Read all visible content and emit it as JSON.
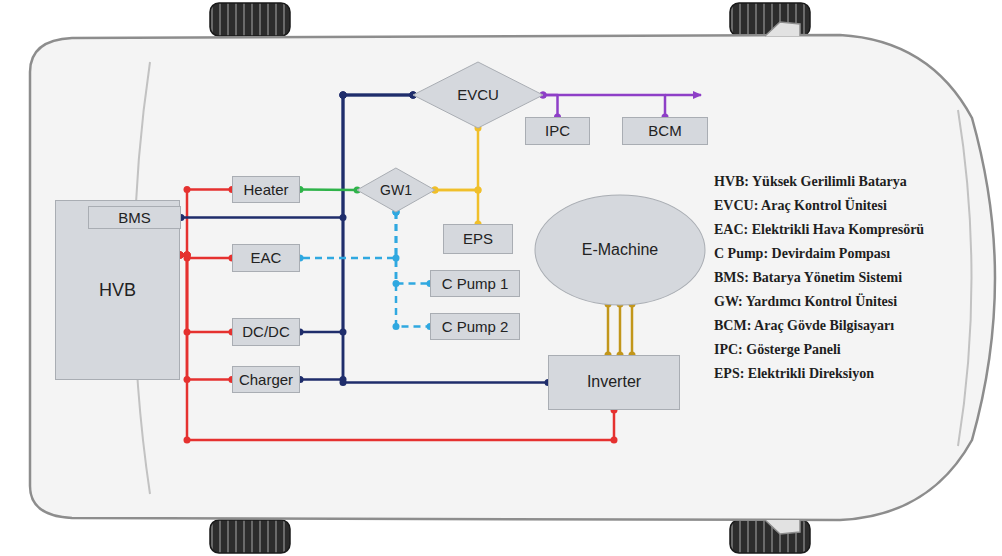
{
  "diagram": {
    "nodes": [
      {
        "text": [
          "EVCU"
        ]
      },
      {
        "text": [
          "IPC"
        ]
      },
      {
        "text": [
          "BCM"
        ]
      },
      {
        "text": [
          "HVB"
        ]
      },
      {
        "text": [
          "BMS"
        ],
        "in": 3
      },
      {
        "text": [
          "Heater"
        ]
      },
      {
        "text": [
          "GW1"
        ]
      },
      {
        "text": [
          "EPS"
        ]
      },
      {
        "text": [
          "EAC"
        ]
      },
      {
        "text": [
          "C Pump 1"
        ]
      },
      {
        "text": [
          "C Pump 2"
        ]
      },
      {
        "text": [
          "E-Machine"
        ]
      },
      {
        "text": [
          "DC/DC"
        ]
      },
      {
        "text": [
          "Charger"
        ]
      },
      {
        "text": [
          "Inverter"
        ]
      }
    ],
    "edges": [
      {
        "from": 3,
        "to": 5,
        "arrow": "none"
      },
      {
        "from": 3,
        "to": 8,
        "arrow": "none"
      },
      {
        "from": 3,
        "to": 12,
        "arrow": "none"
      },
      {
        "from": 3,
        "to": 13,
        "arrow": "none"
      },
      {
        "from": 3,
        "to": 14,
        "arrow": "none"
      },
      {
        "from": 0,
        "to": 4,
        "arrow": "none"
      },
      {
        "from": 0,
        "to": 12,
        "arrow": "none"
      },
      {
        "from": 0,
        "to": 13,
        "arrow": "none"
      },
      {
        "from": 0,
        "to": 14,
        "arrow": "none"
      },
      {
        "from": 5,
        "to": 6,
        "arrow": "none"
      },
      {
        "from": 6,
        "to": 0,
        "arrow": "none"
      },
      {
        "from": 6,
        "to": 7,
        "arrow": "none"
      },
      {
        "from": 0,
        "to": 1,
        "arrow": "none"
      },
      {
        "from": 0,
        "to": 2,
        "arrow": "none"
      },
      {
        "from": 6,
        "to": 8,
        "arrow": "none"
      },
      {
        "from": 6,
        "to": 9,
        "arrow": "none"
      },
      {
        "from": 6,
        "to": 10,
        "arrow": "none"
      },
      {
        "from": 11,
        "to": 14,
        "arrow": "none"
      }
    ],
    "labels": [
      "HVB: Yüksek Gerilimli Batarya",
      "EVCU: Araç Kontrol Ünitesi",
      "EAC: Elektrikli Hava Kompresörü",
      "C Pump: Devirdaim Pompası",
      "BMS: Batarya Yönetim Sistemi",
      "GW: Yardımcı Kontrol Ünitesi",
      "BCM: Araç Gövde Bilgisayarı",
      "IPC: Gösterge Paneli",
      "EPS: Elektrikli Direksiyon"
    ]
  }
}
